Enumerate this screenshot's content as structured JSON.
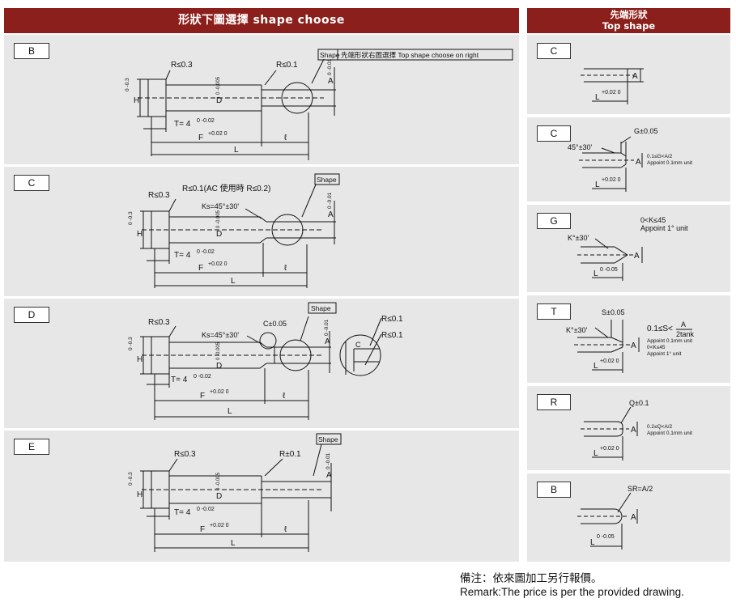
{
  "header": {
    "main_title": "形狀下圖選擇 shape choose",
    "side_title_line1": "先端形狀",
    "side_title_line2": "Top shape"
  },
  "shapes": [
    {
      "tag": "B",
      "r_head": "R≤0.3",
      "r_tip": "R≤0.1",
      "shape_label": "Shape",
      "shape_note": "先端形狀右圖選擇 Top shape choose on right",
      "dim_h": "H",
      "dim_h_tol": "0 -0.3",
      "dim_d": "D",
      "dim_d_tol": "0 -0.005",
      "dim_a": "A",
      "dim_a_tol": "0 -0.01",
      "dim_t": "T= 4",
      "dim_t_tol": "0 -0.02",
      "dim_f": "F",
      "dim_f_tol": "+0.02 0",
      "dim_l": "ℓ",
      "dim_total": "L"
    },
    {
      "tag": "C",
      "r_head": "R≤0.3",
      "r_tip": "R≤0.1(AC 使用時 R≤0.2)",
      "ks": "Ks=45°±30'",
      "shape_label": "Shape",
      "dim_h": "H",
      "dim_h_tol": "0 -0.3",
      "dim_d": "D",
      "dim_d_tol": "0 -0.005",
      "dim_a": "A",
      "dim_a_tol": "0 -0.01",
      "dim_t": "T= 4",
      "dim_t_tol": "0 -0.02",
      "dim_f": "F",
      "dim_f_tol": "+0.02 0",
      "dim_l": "ℓ",
      "dim_total": "L"
    },
    {
      "tag": "D",
      "r_head": "R≤0.3",
      "ks": "Ks=45°±30'",
      "c_tol": "C±0.05",
      "shape_label": "Shape",
      "r_detail_1": "R≤0.1",
      "r_detail_2": "R≤0.1",
      "detail_c": "C",
      "dim_h": "H",
      "dim_h_tol": "0 -0.3",
      "dim_d": "D",
      "dim_d_tol": "0 -0.005",
      "dim_a": "A",
      "dim_a_tol": "0 -0.01",
      "dim_t": "T= 4",
      "dim_t_tol": "0 -0.02",
      "dim_f": "F",
      "dim_f_tol": "+0.02 0",
      "dim_l": "ℓ",
      "dim_total": "L"
    },
    {
      "tag": "E",
      "r_head": "R≤0.3",
      "r_tip": "R±0.1",
      "shape_label": "Shape",
      "dim_h": "H",
      "dim_h_tol": "0 -0.3",
      "dim_d": "D",
      "dim_d_tol": "0 -0.005",
      "dim_a": "A",
      "dim_a_tol": "0 -0.01",
      "dim_t": "T= 4",
      "dim_t_tol": "0 -0.02",
      "dim_f": "F",
      "dim_f_tol": "+0.02 0",
      "dim_l": "ℓ",
      "dim_total": "L"
    }
  ],
  "tops": [
    {
      "tag": "C",
      "a": "A",
      "l": "L",
      "l_tol": "+0.02 0"
    },
    {
      "tag": "C",
      "g": "G±0.05",
      "angle": "45°±30'",
      "note1": "0.1≤G<A/2",
      "note2": "Appoint 0.1mm unit",
      "a": "A",
      "l": "L",
      "l_tol": "+0.02 0"
    },
    {
      "tag": "G",
      "k_range": "0<K≤45",
      "k_unit": "Appoint 1° unit",
      "angle": "K°±30'",
      "a": "A",
      "l": "L",
      "l_tol": "0 -0.05"
    },
    {
      "tag": "T",
      "s": "S±0.05",
      "angle": "K°±30'",
      "formula_left": "0.1≤S<",
      "formula_num": "A",
      "formula_den": "2tank",
      "note1": "Appoint 0.1mm unit",
      "note2": "0<K≤45",
      "note3": "Appoint 1° unit",
      "a": "A",
      "l": "L",
      "l_tol": "+0.02 0"
    },
    {
      "tag": "R",
      "q": "Q±0.1",
      "note1": "0.2≤Q<A/2",
      "note2": "Appoint 0.1mm unit",
      "a": "A",
      "l": "L",
      "l_tol": "+0.02 0"
    },
    {
      "tag": "B",
      "sr": "SR=A/2",
      "a": "A",
      "l": "L",
      "l_tol": "0 -0.05"
    }
  ],
  "remark": {
    "line1": "備注：依來圖加工另行報價。",
    "line2": "Remark:The price is per the provided drawing."
  }
}
